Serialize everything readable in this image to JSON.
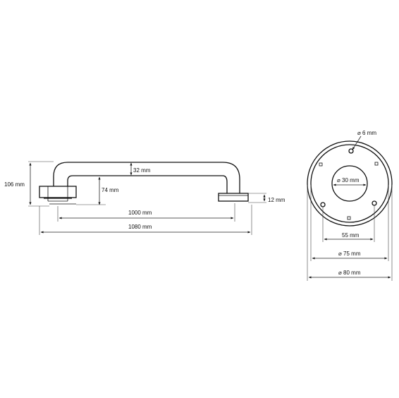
{
  "side_view": {
    "dimensions": {
      "total_height": "106 mm",
      "tube_diameter": "32 mm",
      "standoff": "74 mm",
      "base_thickness": "12 mm",
      "center_distance": "1000 mm",
      "overall_length": "1080 mm"
    }
  },
  "flange_view": {
    "dimensions": {
      "screw_hole": "⌀ 6 mm",
      "inner_hole": "⌀ 30 mm",
      "hole_spacing": "55 mm",
      "cover_diameter": "⌀ 75 mm",
      "flange_diameter": "⌀ 80 mm"
    }
  }
}
